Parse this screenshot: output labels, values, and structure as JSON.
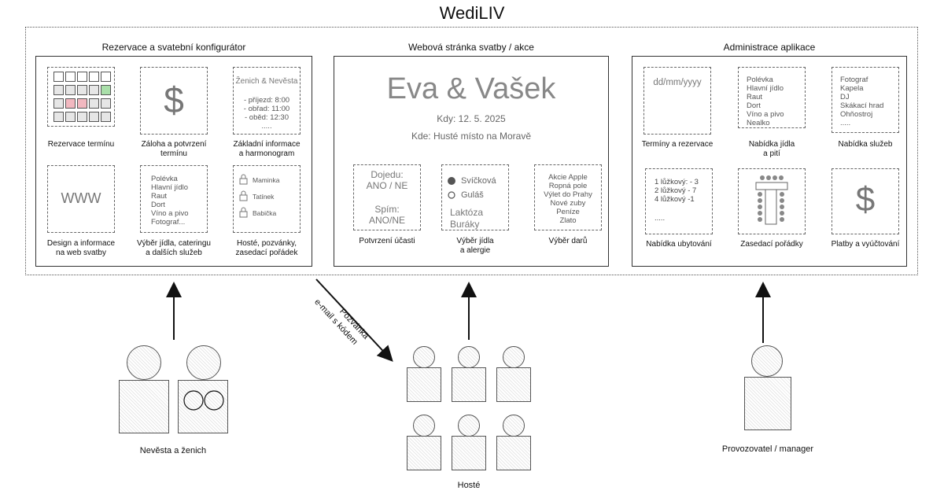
{
  "title": "WediLIV",
  "panels": {
    "left": {
      "title": "Rezervace a svatební konfigurátor",
      "cards": {
        "reservation": {
          "caption": "Rezervace termínu"
        },
        "deposit": {
          "icon": "$",
          "caption_l1": "Záloha a potvrzení",
          "caption_l2": "termínu"
        },
        "info": {
          "heading": "Ženich & Nevěsta",
          "lines": [
            "- příjezd: 8:00",
            "- obřad: 11:00",
            "- oběd: 12:30",
            "....."
          ],
          "caption_l1": "Základní informace",
          "caption_l2": "a harmonogram"
        },
        "design": {
          "icon": "WWW",
          "caption_l1": "Design a informace",
          "caption_l2": "na web svatby"
        },
        "food": {
          "lines": [
            "Polévka",
            "Hlavní jídlo",
            "Raut",
            "Dort",
            "Víno a pivo",
            "Fotograf..."
          ],
          "caption_l1": "Výběr jídla, cateringu",
          "caption_l2": "a dalších služeb"
        },
        "guests": {
          "names": [
            "Maminka",
            "Tatínek",
            "Babička"
          ],
          "caption_l1": "Hosté, pozvánky,",
          "caption_l2": "zasedací pořádek"
        }
      }
    },
    "center": {
      "title": "Webová stránka svatby / akce",
      "names": "Eva & Vašek",
      "date": "Kdy: 12. 5. 2025",
      "place": "Kde: Husté místo na Moravě",
      "cards": {
        "rsvp": {
          "arrive_label": "Dojedu:",
          "arrive_value": "ANO / NE",
          "sleep_label": "Spím:",
          "sleep_value": "ANO/NE",
          "caption": "Potvrzení účasti"
        },
        "meal": {
          "option1": "Svíčková",
          "option2": "Guláš",
          "allergy1": "Laktóza",
          "allergy2": "Buráky",
          "caption_l1": "Výběr jídla",
          "caption_l2": "a alergie"
        },
        "gifts": {
          "lines": [
            "Akcie Apple",
            "Ropná pole",
            "Výlet do Prahy",
            "Nové zuby",
            "Peníze",
            "Zlato"
          ],
          "caption": "Výběr darů"
        }
      }
    },
    "right": {
      "title": "Administrace aplikace",
      "cards": {
        "dates": {
          "placeholder": "dd/mm/yyyy",
          "caption": "Termíny a rezervace"
        },
        "menu": {
          "lines": [
            "Polévka",
            "Hlavní jídlo",
            "Raut",
            "Dort",
            "Víno a pivo",
            "Nealko"
          ],
          "caption_l1": "Nabídka jídla",
          "caption_l2": "a pití"
        },
        "services": {
          "lines": [
            "Fotograf",
            "Kapela",
            "DJ",
            "Skákací hrad",
            "Ohňostroj",
            "....."
          ],
          "caption": "Nabídka služeb"
        },
        "lodging": {
          "lines": [
            "1 lůžkový: - 3",
            "2 lůžkový - 7",
            "4 lůžkový -1",
            "....."
          ],
          "caption": "Nabídka ubytování"
        },
        "seating": {
          "caption": "Zasedací pořádky"
        },
        "payments": {
          "icon": "$",
          "caption": "Platby a vyúčtování"
        }
      }
    }
  },
  "flow": {
    "invite_l1": "Pozvánka",
    "invite_l2": "e-mail s kódem"
  },
  "actors": {
    "couple": "Nevěsta a ženich",
    "guests": "Hosté",
    "manager": "Provozovatel / manager"
  },
  "colors": {
    "cell_green": "#a9dfa9",
    "cell_pink": "#f2b8c0",
    "cell_default": "#e6e6e6"
  }
}
